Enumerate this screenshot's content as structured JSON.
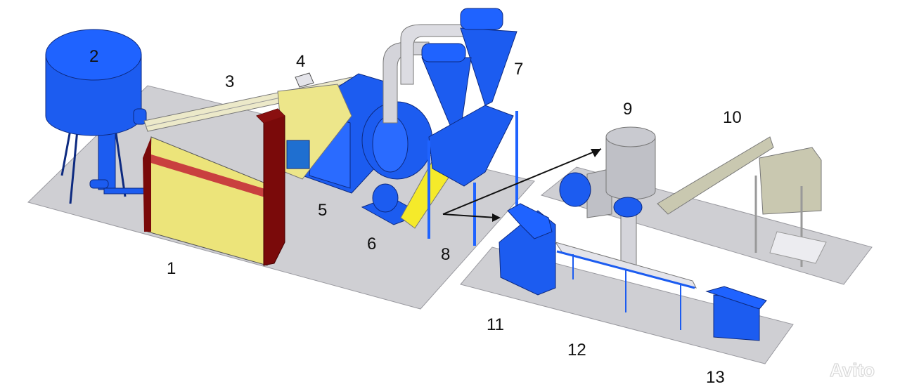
{
  "diagram": {
    "title": "Pellet / briquette production line layout",
    "colors": {
      "floor": "#cfcfd3",
      "equipment_blue": "#1c5cf0",
      "furnace_yellow": "#ece47a",
      "furnace_red": "#7a0a0a",
      "conveyor_cream": "#ece9c9",
      "grey_equipment": "#bfc0c6",
      "arrow": "#111111"
    },
    "labels": [
      {
        "id": "1",
        "text": "1",
        "component": "furnace / heat generator"
      },
      {
        "id": "2",
        "text": "2",
        "component": "raw material hopper"
      },
      {
        "id": "3",
        "text": "3",
        "component": "screw conveyor"
      },
      {
        "id": "4",
        "text": "4",
        "component": "conveyor inlet"
      },
      {
        "id": "5",
        "text": "5",
        "component": "drying drum"
      },
      {
        "id": "6",
        "text": "6",
        "component": "fan with motor"
      },
      {
        "id": "7",
        "text": "7",
        "component": "cyclones"
      },
      {
        "id": "8",
        "text": "8",
        "component": "dry material bin"
      },
      {
        "id": "9",
        "text": "9",
        "component": "mixer / cooler"
      },
      {
        "id": "10",
        "text": "10",
        "component": "packing unit"
      },
      {
        "id": "11",
        "text": "11",
        "component": "briquette press"
      },
      {
        "id": "12",
        "text": "12",
        "component": "cooling line"
      },
      {
        "id": "13",
        "text": "13",
        "component": "cutter box"
      }
    ],
    "watermark": "Avito"
  }
}
